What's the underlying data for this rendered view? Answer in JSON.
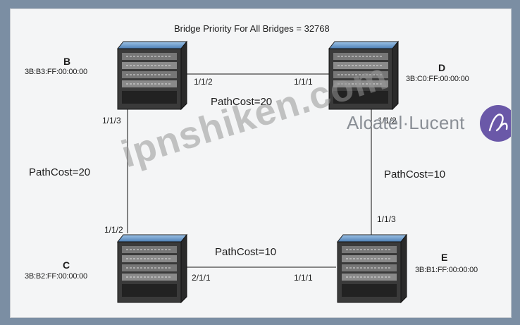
{
  "diagram": {
    "title": "Bridge Priority For All Bridges = 32768",
    "bridges": [
      {
        "id": "B",
        "mac": "3B:B3:FF:00:00:00"
      },
      {
        "id": "D",
        "mac": "3B:C0:FF:00:00:00"
      },
      {
        "id": "C",
        "mac": "3B:B2:FF:00:00:00"
      },
      {
        "id": "E",
        "mac": "3B:B1:FF:00:00:00"
      }
    ],
    "links": [
      {
        "from": "B",
        "to": "D",
        "port_from": "1/1/2",
        "port_to": "1/1/1",
        "cost": "PathCost=20"
      },
      {
        "from": "B",
        "to": "C",
        "port_from": "1/1/3",
        "port_to": "1/1/2",
        "cost": "PathCost=20"
      },
      {
        "from": "D",
        "to": "E",
        "port_from": "1/1/2",
        "port_to": "1/1/3",
        "cost": "PathCost=10"
      },
      {
        "from": "C",
        "to": "E",
        "port_from": "2/1/1",
        "port_to": "1/1/1",
        "cost": "PathCost=10"
      }
    ]
  },
  "watermark": "ipnshiken.com",
  "brand": {
    "name": "Alcatel·Lucent",
    "color": "#6a58a8"
  }
}
